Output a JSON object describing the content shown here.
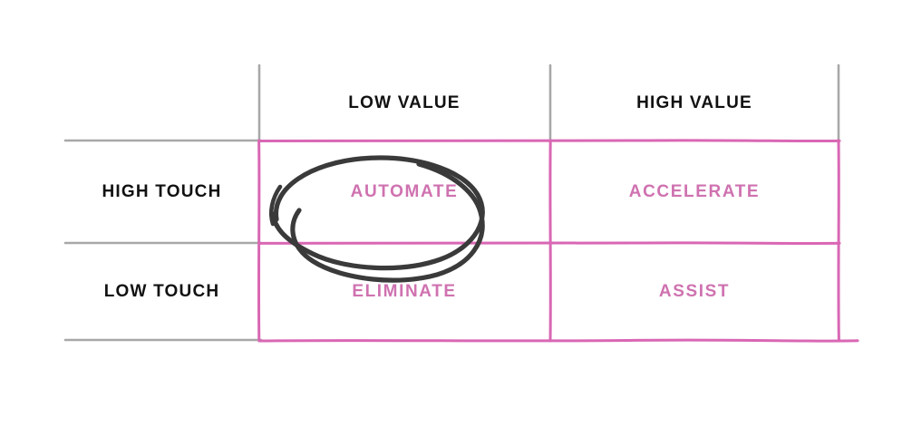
{
  "diagram": {
    "type": "2x2-matrix",
    "colors": {
      "grid_gray": "#a8a8a8",
      "grid_pink": "#d967b4",
      "label_pink": "#cf72b0",
      "header_black": "#111111",
      "annotation_ink": "#3a3a3a",
      "background": "#ffffff"
    },
    "columns": [
      {
        "id": "low-value",
        "label": "LOW VALUE"
      },
      {
        "id": "high-value",
        "label": "HIGH VALUE"
      }
    ],
    "rows": [
      {
        "id": "high-touch",
        "label": "HIGH TOUCH"
      },
      {
        "id": "low-touch",
        "label": "LOW TOUCH"
      }
    ],
    "quadrants": [
      {
        "id": "automate",
        "label": "AUTOMATE",
        "row": "high-touch",
        "column": "low-value",
        "highlighted": true
      },
      {
        "id": "accelerate",
        "label": "ACCELERATE",
        "row": "high-touch",
        "column": "high-value",
        "highlighted": false
      },
      {
        "id": "eliminate",
        "label": "ELIMINATE",
        "row": "low-touch",
        "column": "low-value",
        "highlighted": false
      },
      {
        "id": "assist",
        "label": "ASSIST",
        "row": "low-touch",
        "column": "high-value",
        "highlighted": false
      }
    ],
    "annotation": {
      "id": "hand-drawn-circle",
      "shape": "ellipse-scribble",
      "targets": "automate"
    }
  }
}
